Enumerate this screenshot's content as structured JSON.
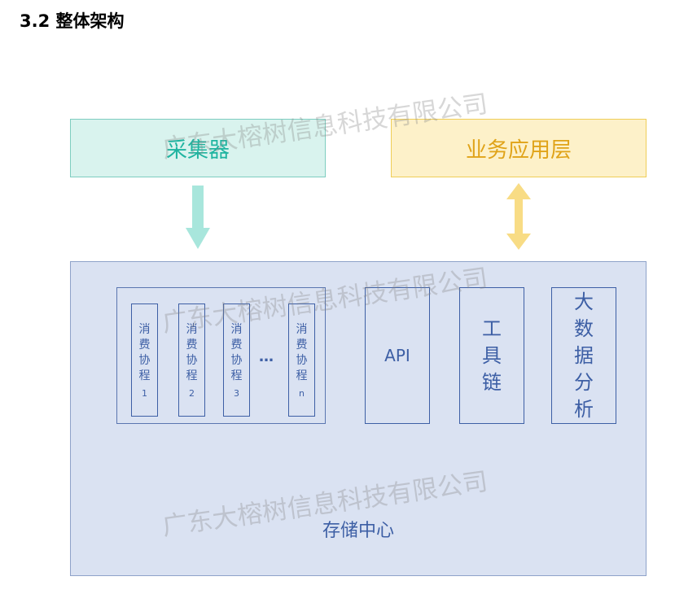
{
  "heading": "3.2 整体架构",
  "collector": {
    "label": "采集器"
  },
  "business_layer": {
    "label": "业务应用层"
  },
  "coroutines": [
    {
      "chars": [
        "消",
        "费",
        "协",
        "程"
      ],
      "n": "1"
    },
    {
      "chars": [
        "消",
        "费",
        "协",
        "程"
      ],
      "n": "2"
    },
    {
      "chars": [
        "消",
        "费",
        "协",
        "程"
      ],
      "n": "3"
    },
    {
      "chars": [
        "消",
        "费",
        "协",
        "程"
      ],
      "n": "n"
    }
  ],
  "ellipsis": "…",
  "api": {
    "label": "API"
  },
  "toolchain": {
    "chars": [
      "工",
      "具",
      "链"
    ]
  },
  "bigdata": {
    "chars": [
      "大",
      "数",
      "据",
      "分",
      "析"
    ]
  },
  "storage": {
    "label": "存储中心"
  },
  "watermark": "广东大榕树信息科技有限公司",
  "colors": {
    "collector": "#1fb4a0",
    "business": "#e0a318",
    "main_stroke": "#3d5fa5",
    "main_fill": "#dae2f2"
  }
}
